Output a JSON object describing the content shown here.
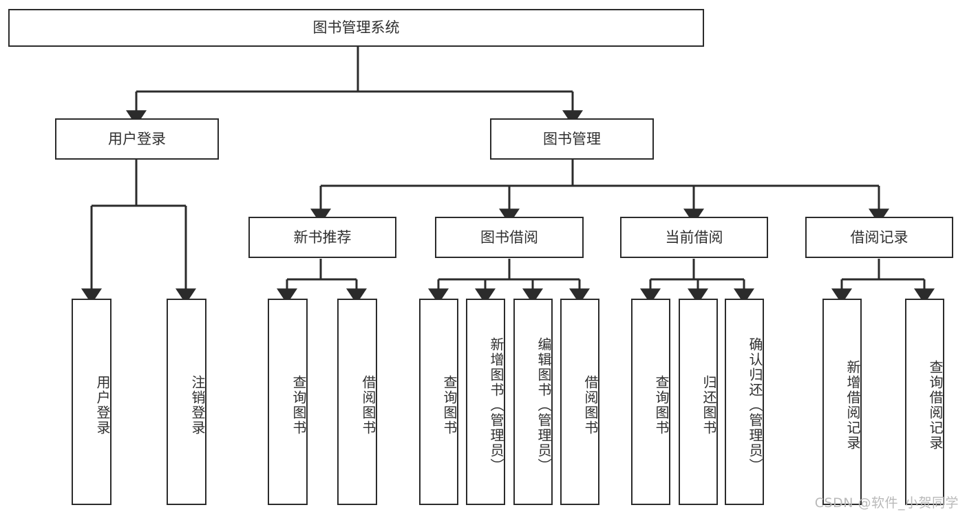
{
  "diagram": {
    "title": "图书管理系统",
    "type": "tree-hierarchy-functional-structure",
    "stroke_color": "#2b2b2b",
    "text_color": "#2f2f2f",
    "background_color": "#ffffff"
  },
  "root": {
    "label": "图书管理系统"
  },
  "level2": [
    {
      "label": "用户登录"
    },
    {
      "label": "图书管理"
    }
  ],
  "level3": [
    {
      "label": "新书推荐"
    },
    {
      "label": "图书借阅"
    },
    {
      "label": "当前借阅"
    },
    {
      "label": "借阅记录"
    }
  ],
  "leaves": {
    "user_login": [
      {
        "label": "用户登录"
      },
      {
        "label": "注销登录"
      }
    ],
    "new_book_recommend": [
      {
        "label": "查询图书"
      },
      {
        "label": "借阅图书"
      }
    ],
    "book_borrow": [
      {
        "label": "查询图书"
      },
      {
        "label": "新增图书（管理员）"
      },
      {
        "label": "编辑图书（管理员）"
      },
      {
        "label": "借阅图书"
      }
    ],
    "current_borrow": [
      {
        "label": "查询图书"
      },
      {
        "label": "归还图书"
      },
      {
        "label": "确认归还（管理员）"
      }
    ],
    "borrow_record": [
      {
        "label": "新增借阅记录"
      },
      {
        "label": "查询借阅记录"
      }
    ]
  },
  "watermark": {
    "text": "CSDN @软件_小贺同学"
  }
}
